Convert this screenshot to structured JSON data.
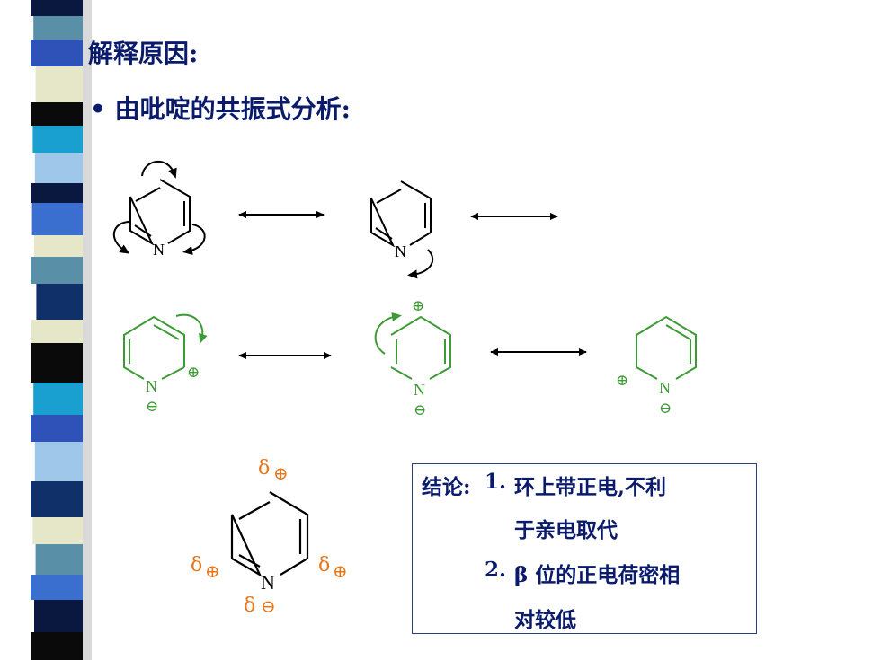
{
  "title": "解释原因:",
  "bullet": {
    "marker": "•",
    "text": "由吡啶的共振式分析:"
  },
  "atoms": {
    "nitrogen": "N",
    "plus": "⊕",
    "minus": "⊖",
    "delta": "δ"
  },
  "colors": {
    "green": "#3d9b35",
    "orange": "#e8771c",
    "navy": "#0b1b6b",
    "black": "#000000"
  },
  "conclusion": {
    "lead": "结论:",
    "item1_num": "1.",
    "item1_line1": "环上带正电,不利",
    "item1_line2": "于亲电取代",
    "item2_num": "2.",
    "item2_line1": "β 位的正电荷密相",
    "item2_line2": "对较低"
  }
}
